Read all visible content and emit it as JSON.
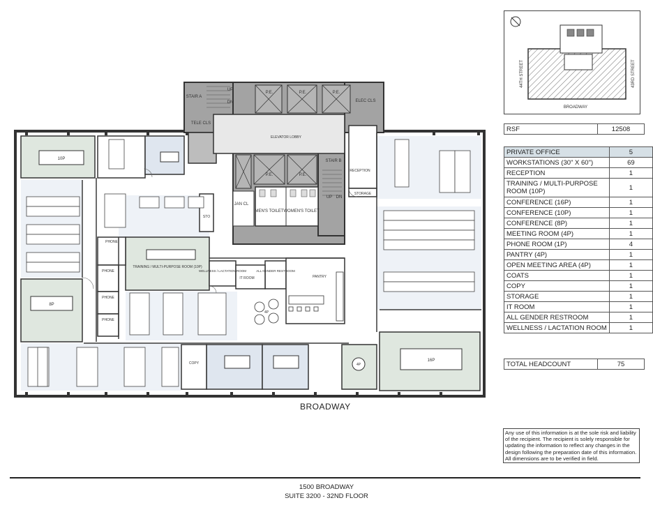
{
  "plan": {
    "street_bottom": "BROADWAY",
    "rooms": {
      "stair_a": "STAIR A",
      "up_a": "UP",
      "dn_a": "DN",
      "tele_cls": "TELE CLS",
      "pe1": "P.E.",
      "pe2": "P.E.",
      "pe3": "P.E.",
      "pe4": "P.E.",
      "pe5": "P.E.",
      "elec_cls": "ELEC CLS",
      "elevator_lobby": "ELEVATOR LOBBY",
      "stair_b": "STAIR B",
      "reception": "RECEPTION",
      "storage": "STORAGE",
      "up_b": "UP",
      "dn_b": "DN",
      "jan_cl": "JAN CL",
      "mens_toilet": "MEN'S TOILET",
      "womens_toilet": "WOMEN'S TOILET",
      "conf_10p": "10P",
      "conf_8p": "8P",
      "conf_16p": "16P",
      "phone1": "PHONE",
      "phone2": "PHONE",
      "phone3": "PHONE",
      "phone4": "PHONE",
      "training": "TRAINING / MULTI-PURPOSE ROOM (10P)",
      "wellness": "WELLNESS / LACTATION ROOM",
      "all_gender": "ALL GENDER RESTROOM",
      "it_room": "IT ROOM",
      "pantry": "PANTRY",
      "meeting_4p": "4P",
      "open_4p": "4P",
      "copy": "COPY",
      "sto": "STO"
    }
  },
  "key_plan": {
    "left_street": "44TH STREET",
    "right_street": "43RD STREET",
    "bottom_street": "BROADWAY"
  },
  "rsf": {
    "label": "RSF",
    "value": "12508"
  },
  "program": [
    {
      "name": "PRIVATE OFFICE",
      "count": "5"
    },
    {
      "name": "WORKSTATIONS (30\" X 60\")",
      "count": "69"
    },
    {
      "name": "RECEPTION",
      "count": "1"
    },
    {
      "name": "TRAINING / MULTI-PURPOSE ROOM (10P)",
      "count": "1"
    },
    {
      "name": "CONFERENCE (16P)",
      "count": "1"
    },
    {
      "name": "CONFERENCE (10P)",
      "count": "1"
    },
    {
      "name": "CONFERENCE (8P)",
      "count": "1"
    },
    {
      "name": "MEETING ROOM (4P)",
      "count": "1"
    },
    {
      "name": "PHONE ROOM (1P)",
      "count": "4"
    },
    {
      "name": "PANTRY (4P)",
      "count": "1"
    },
    {
      "name": "OPEN MEETING AREA (4P)",
      "count": "1"
    },
    {
      "name": "COATS",
      "count": "1"
    },
    {
      "name": "COPY",
      "count": "1"
    },
    {
      "name": "STORAGE",
      "count": "1"
    },
    {
      "name": "IT ROOM",
      "count": "1"
    },
    {
      "name": "ALL GENDER RESTROOM",
      "count": "1"
    },
    {
      "name": "WELLNESS / LACTATION ROOM",
      "count": "1"
    }
  ],
  "total": {
    "label": "TOTAL HEADCOUNT",
    "value": "75"
  },
  "disclaimer": "Any use of this information is at the sole risk and liability of the recipient. The recipient is solely responsible for updating the information to reflect any changes in the design following the preparation date of this information. All dimensions are to be verified in field.",
  "title": {
    "line1": "1500 BROADWAY",
    "line2": "SUITE 3200 - 32ND FLOOR"
  },
  "colors": {
    "core": "#a3a3a3",
    "sage": "#dfe7df",
    "blue": "#dfe6ef",
    "light_blue": "#eef2f7",
    "wall": "#3a3a3a"
  }
}
